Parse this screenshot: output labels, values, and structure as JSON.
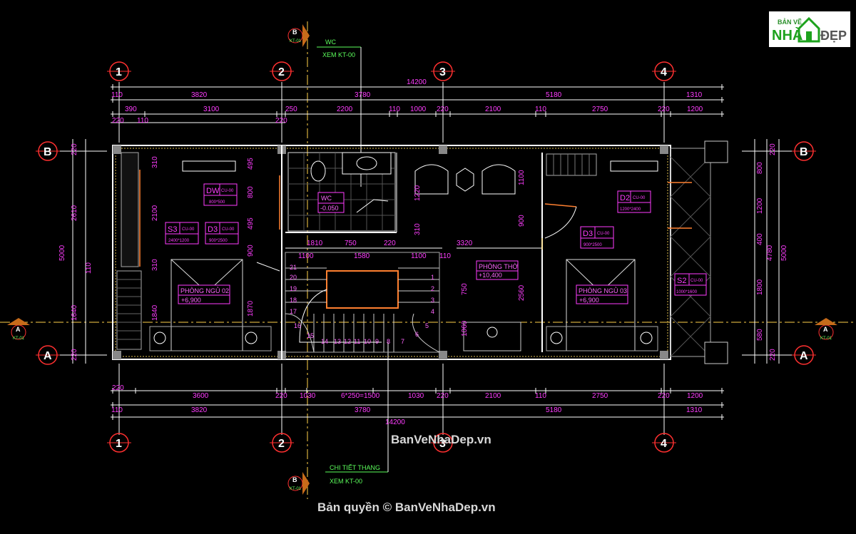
{
  "logo": {
    "top": "BẢN VẼ",
    "brand_left": "NHÀ",
    "brand_right": "ĐẸP"
  },
  "grid_labels": {
    "c1": "1",
    "c2": "2",
    "c3": "3",
    "c4": "4",
    "rA": "A",
    "rB": "B"
  },
  "section_marks": {
    "b": "B",
    "a": "A",
    "ref": "KT-01"
  },
  "callouts": {
    "wc_title": "WC",
    "wc_ref": "XEM KT-00",
    "stair_title": "CHI TIẾT THANG",
    "stair_ref": "XEM KT-00"
  },
  "dims_top": {
    "total": "14200",
    "row1": [
      "110",
      "3820",
      "3780",
      "5180",
      "1310"
    ],
    "row2": [
      "390",
      "3100",
      "250",
      "2200",
      "110",
      "1000",
      "220",
      "2100",
      "110",
      "2750",
      "220",
      "1200"
    ],
    "row3": [
      "220",
      "110",
      "220"
    ]
  },
  "dims_bottom": {
    "row1": [
      "220",
      "3600",
      "220",
      "1030",
      "6*250=1500",
      "1030",
      "220",
      "2100",
      "110",
      "2750",
      "220",
      "1200"
    ],
    "row2": [
      "110",
      "3820",
      "3780",
      "5180",
      "1310"
    ],
    "total": "14200"
  },
  "dims_left": [
    "220",
    "2610",
    "5000",
    "110",
    "1640",
    "220"
  ],
  "dims_right": [
    "220",
    "800",
    "1200",
    "400",
    "1800",
    "580",
    "220",
    "4780",
    "5000"
  ],
  "dims_inner": [
    "310",
    "2100",
    "310",
    "1840",
    "495",
    "800",
    "495",
    "900",
    "1870",
    "1810",
    "750",
    "220",
    "1100",
    "1580",
    "1100",
    "110",
    "3320",
    "1220",
    "310",
    "1100",
    "900",
    "750",
    "2560",
    "1060"
  ],
  "rooms": {
    "wc": {
      "name": "WC",
      "level": "-0.050"
    },
    "pn02": {
      "name": "PHÒNG NGỦ 02",
      "level": "+6,900"
    },
    "pn03": {
      "name": "PHÒNG NGỦ 03",
      "level": "+6,900"
    },
    "tho": {
      "name": "PHÒNG THỜ",
      "level": "+10,400"
    }
  },
  "tags": {
    "dw": {
      "code": "DW",
      "type": "CU-00",
      "size": "800*500"
    },
    "s3": {
      "code": "S3",
      "type": "CU-00",
      "size": "2400*1200"
    },
    "d3a": {
      "code": "D3",
      "type": "CU-00",
      "size": "900*2500"
    },
    "d2": {
      "code": "D2",
      "type": "CU-00",
      "size": "1200*2400"
    },
    "d3b": {
      "code": "D3",
      "type": "CU-00",
      "size": "900*2500"
    },
    "s2": {
      "code": "S2",
      "type": "CU-00",
      "size": "1000*1600"
    }
  },
  "stairs": [
    "1",
    "2",
    "3",
    "4",
    "5",
    "6",
    "7",
    "8",
    "9",
    "10",
    "11",
    "12",
    "13",
    "14",
    "15",
    "16",
    "17",
    "18",
    "19",
    "20",
    "21"
  ],
  "watermark_mid": "BanVeNhaDep.vn",
  "watermark_bottom": "Bản quyền © BanVeNhaDep.vn"
}
